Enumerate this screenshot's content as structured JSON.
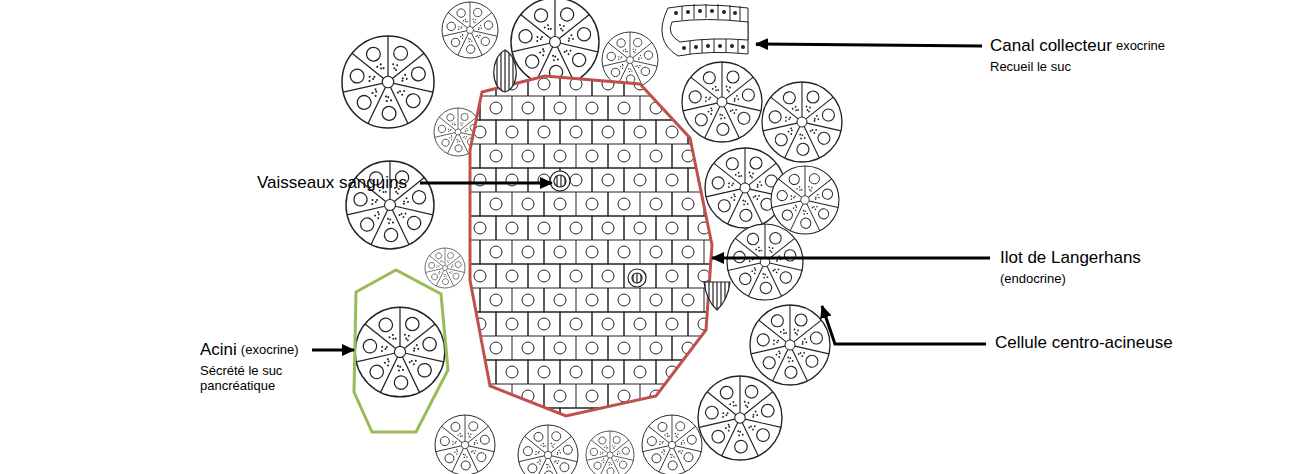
{
  "diagram": {
    "labels": [
      "Canal collecteur",
      "exocrine",
      "Recueil le suc",
      "Vaisseaux sanguins",
      "Ilot de Langerhans",
      "(endocrine)",
      "Acini",
      "(exocrine)",
      "Sécrété le suc pancréatique",
      "Cellule centro-acineuse"
    ]
  }
}
